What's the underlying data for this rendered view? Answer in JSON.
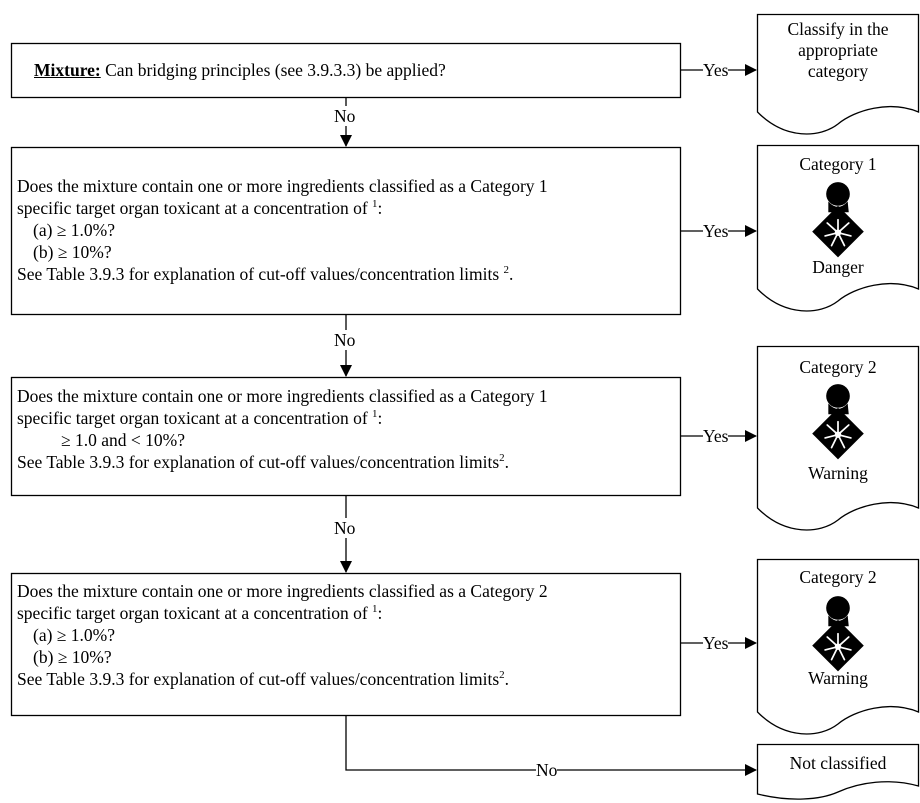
{
  "q1": {
    "label": "Mixture:",
    "text": " Can bridging principles (see 3.9.3.3) be applied?"
  },
  "q2": {
    "line1": "Does the mixture contain one or more ingredients classified as a Category 1",
    "line2": "specific target organ toxicant at a concentration of ",
    "line2_sup": "1",
    "line2_end": ":",
    "opt_a": "(a)  ≥ 1.0%?",
    "opt_b": "(b)  ≥ 10%?",
    "note": "See Table 3.9.3 for explanation of cut-off values/concentration limits ",
    "note_sup": "2",
    "note_end": "."
  },
  "q3": {
    "line1": "Does the mixture contain one or more ingredients classified as a Category 1",
    "line2": "specific target organ toxicant at a concentration of ",
    "line2_sup": "1",
    "line2_end": ":",
    "opt": "≥ 1.0 and < 10%?",
    "note": "See Table 3.9.3 for explanation of cut-off values/concentration limits",
    "note_sup": "2",
    "note_end": "."
  },
  "q4": {
    "line1": "Does the mixture contain one or more ingredients classified as a Category 2",
    "line2": "specific target organ toxicant at a concentration of ",
    "line2_sup": "1",
    "line2_end": ":",
    "opt_a": "(a) ≥ 1.0%?",
    "opt_b": "(b) ≥ 10%?",
    "note": "See Table 3.9.3 for explanation of cut-off values/concentration limits",
    "note_sup": "2",
    "note_end": "."
  },
  "labels": {
    "yes": "Yes",
    "no": "No"
  },
  "outcomes": {
    "o1": {
      "line1": "Classify in the",
      "line2": "appropriate",
      "line3": "category"
    },
    "o2": {
      "title": "Category 1",
      "signal": "Danger",
      "icon": "health-hazard-icon"
    },
    "o3": {
      "title": "Category 2",
      "signal": "Warning",
      "icon": "health-hazard-icon"
    },
    "o4": {
      "title": "Category 2",
      "signal": "Warning",
      "icon": "health-hazard-icon"
    },
    "o5": {
      "text": "Not classified"
    }
  }
}
